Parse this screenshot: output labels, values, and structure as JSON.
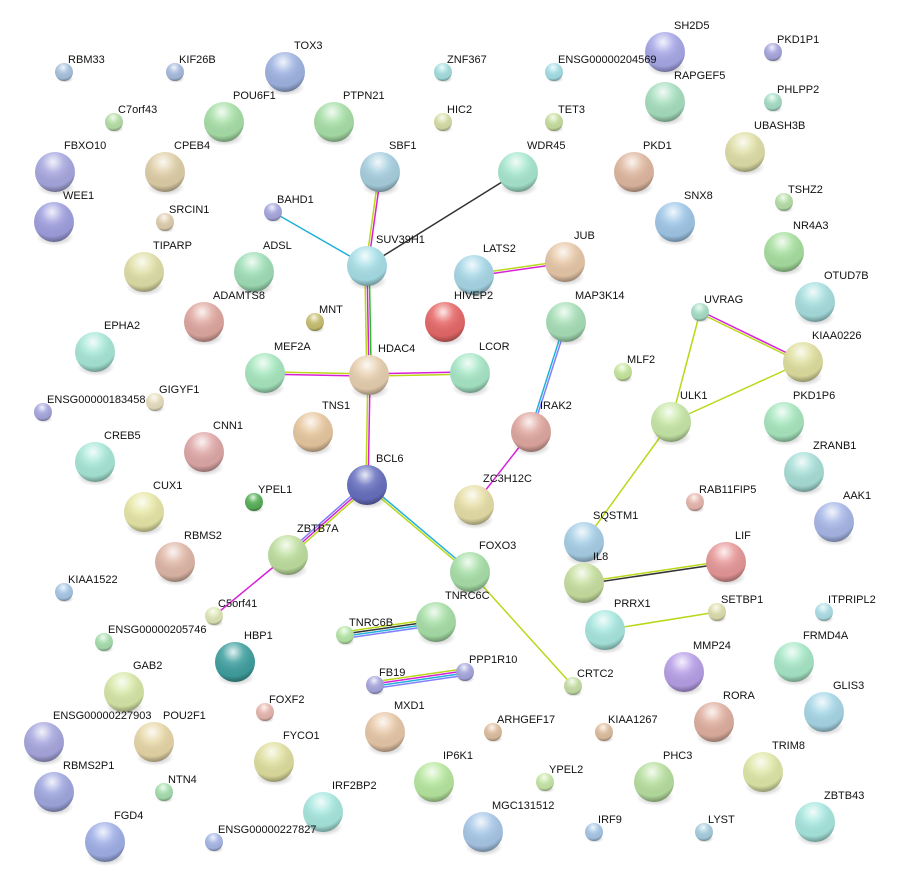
{
  "title": "Protein interaction network",
  "nodes": [
    {
      "id": "RBM33",
      "color": "#a9c4e0"
    },
    {
      "id": "KIF26B",
      "color": "#a9bce0"
    },
    {
      "id": "TOX3",
      "color": "#9fb4e2"
    },
    {
      "id": "ZNF367",
      "color": "#a6e0e0"
    },
    {
      "id": "ENSG00000204569",
      "color": "#a6e0e8"
    },
    {
      "id": "SH2D5",
      "color": "#a8a8e8"
    },
    {
      "id": "PKD1P1",
      "color": "#a8a8e0"
    },
    {
      "id": "C7orf43",
      "color": "#b8e0a8"
    },
    {
      "id": "POU6F1",
      "color": "#a8e0a8"
    },
    {
      "id": "PTPN21",
      "color": "#a8e0a8"
    },
    {
      "id": "HIC2",
      "color": "#d8e0a8"
    },
    {
      "id": "TET3",
      "color": "#c8e0a0"
    },
    {
      "id": "RAPGEF5",
      "color": "#a8e0c0"
    },
    {
      "id": "PHLPP2",
      "color": "#a8e0c8"
    },
    {
      "id": "FBXO10",
      "color": "#a8a8e0"
    },
    {
      "id": "CPEB4",
      "color": "#e0d0a8"
    },
    {
      "id": "SBF1",
      "color": "#a8d0e0"
    },
    {
      "id": "WDR45",
      "color": "#a8e8d0"
    },
    {
      "id": "PKD1",
      "color": "#e0b8a0"
    },
    {
      "id": "UBASH3B",
      "color": "#e0e0a8"
    },
    {
      "id": "WEE1",
      "color": "#a0a0e0"
    },
    {
      "id": "SRCIN1",
      "color": "#e0d0b0"
    },
    {
      "id": "BAHD1",
      "color": "#a8a8e0"
    },
    {
      "id": "SNX8",
      "color": "#a0c8e8"
    },
    {
      "id": "TSHZ2",
      "color": "#b8e0a8"
    },
    {
      "id": "TIPARP",
      "color": "#e0e0a8"
    },
    {
      "id": "ADSL",
      "color": "#a0e0b8"
    },
    {
      "id": "SUV39H1",
      "color": "#a8e0e8"
    },
    {
      "id": "LATS2",
      "color": "#a8d8e8"
    },
    {
      "id": "JUB",
      "color": "#e8c8a8"
    },
    {
      "id": "NR4A3",
      "color": "#a8e0a0"
    },
    {
      "id": "ADAMTS8",
      "color": "#e0a8a0"
    },
    {
      "id": "MNT",
      "color": "#c8c070"
    },
    {
      "id": "HIVEP2",
      "color": "#e86868"
    },
    {
      "id": "MAP3K14",
      "color": "#a8e0b8"
    },
    {
      "id": "UVRAG",
      "color": "#a8e0c8"
    },
    {
      "id": "OTUD7B",
      "color": "#a8e0e0"
    },
    {
      "id": "EPHA2",
      "color": "#a8e8d8"
    },
    {
      "id": "MEF2A",
      "color": "#a8e8c0"
    },
    {
      "id": "HDAC4",
      "color": "#e8d0b0"
    },
    {
      "id": "LCOR",
      "color": "#a8e8c8"
    },
    {
      "id": "MLF2",
      "color": "#c8e8a0"
    },
    {
      "id": "KIAA0226",
      "color": "#e0e0a0"
    },
    {
      "id": "GIGYF1",
      "color": "#e8e0c0"
    },
    {
      "id": "ENSG00000183458",
      "color": "#a8a8e0"
    },
    {
      "id": "TNS1",
      "color": "#e8c8a0"
    },
    {
      "id": "IRAK2",
      "color": "#e0a8a0"
    },
    {
      "id": "ULK1",
      "color": "#c8e8a8"
    },
    {
      "id": "PKD1P6",
      "color": "#a8e8c0"
    },
    {
      "id": "CREB5",
      "color": "#a8e8d8"
    },
    {
      "id": "CNN1",
      "color": "#e0a8a8"
    },
    {
      "id": "ZRANB1",
      "color": "#a8e0d8"
    },
    {
      "id": "BCL6",
      "color": "#6870c0"
    },
    {
      "id": "CUX1",
      "color": "#e8e8a8"
    },
    {
      "id": "YPEL1",
      "color": "#58b058"
    },
    {
      "id": "ZC3H12C",
      "color": "#e8e0a8"
    },
    {
      "id": "RAB11FIP5",
      "color": "#e8b8b0"
    },
    {
      "id": "AAK1",
      "color": "#a8b8e8"
    },
    {
      "id": "SQSTM1",
      "color": "#a8d0e8"
    },
    {
      "id": "RBMS2",
      "color": "#e0b8a8"
    },
    {
      "id": "ZBTB7A",
      "color": "#c0e0a0"
    },
    {
      "id": "LIF",
      "color": "#e89898"
    },
    {
      "id": "FOXO3",
      "color": "#a8e0a8"
    },
    {
      "id": "IL8",
      "color": "#c8e0a0"
    },
    {
      "id": "KIAA1522",
      "color": "#a8c8e8"
    },
    {
      "id": "C5orf41",
      "color": "#e0e8b8"
    },
    {
      "id": "SETBP1",
      "color": "#e0e0b0"
    },
    {
      "id": "ITPRIPL2",
      "color": "#b0e0e8"
    },
    {
      "id": "TNRC6B",
      "color": "#b8e8a8"
    },
    {
      "id": "TNRC6C",
      "color": "#a8e0a8"
    },
    {
      "id": "PRRX1",
      "color": "#a8e8e0"
    },
    {
      "id": "ENSG00000205746",
      "color": "#a8e0b0"
    },
    {
      "id": "HBP1",
      "color": "#40a0a0"
    },
    {
      "id": "FRMD4A",
      "color": "#a8e8c8"
    },
    {
      "id": "MMP24",
      "color": "#b8a0e8"
    },
    {
      "id": "GAB2",
      "color": "#d8e8a8"
    },
    {
      "id": "FB19",
      "color": "#a8a8e0"
    },
    {
      "id": "PPP1R10",
      "color": "#a8a8e0"
    },
    {
      "id": "CRTC2",
      "color": "#c8e0a8"
    },
    {
      "id": "FOXF2",
      "color": "#e8b8b0"
    },
    {
      "id": "ENSG00000227903",
      "color": "#a8a8e0"
    },
    {
      "id": "POU2F1",
      "color": "#e8d8a8"
    },
    {
      "id": "MXD1",
      "color": "#e8c8a8"
    },
    {
      "id": "ARHGEF17",
      "color": "#e0c0a0"
    },
    {
      "id": "KIAA1267",
      "color": "#e0c0a0"
    },
    {
      "id": "RORA",
      "color": "#e0b0a0"
    },
    {
      "id": "GLIS3",
      "color": "#a8d8e8"
    },
    {
      "id": "FYCO1",
      "color": "#e0e0a0"
    },
    {
      "id": "TRIM8",
      "color": "#e0e8a8"
    },
    {
      "id": "RBMS2P1",
      "color": "#a0a8e0"
    },
    {
      "id": "NTN4",
      "color": "#a8e0b0"
    },
    {
      "id": "IRF2BP2",
      "color": "#a8e8e0"
    },
    {
      "id": "IP6K1",
      "color": "#b8e8a0"
    },
    {
      "id": "YPEL2",
      "color": "#c8e8a8"
    },
    {
      "id": "PHC3",
      "color": "#b8e0a0"
    },
    {
      "id": "ZBTB43",
      "color": "#a8e8e0"
    },
    {
      "id": "FGD4",
      "color": "#a0b0e8"
    },
    {
      "id": "ENSG00000227827",
      "color": "#a8b8e8"
    },
    {
      "id": "MGC131512",
      "color": "#a8c8e8"
    },
    {
      "id": "IRF9",
      "color": "#a8c8e8"
    },
    {
      "id": "LYST",
      "color": "#a8d0e0"
    }
  ],
  "edge_colors": {
    "textmining": "#b8d818",
    "experiments": "#d820d8",
    "database": "#20b0d8",
    "coexpression": "#333333",
    "homology": "#8080ff",
    "neighborhood": "#20c020"
  },
  "edges": [
    {
      "source": "BAHD1",
      "target": "SUV39H1",
      "evidence": [
        "database"
      ]
    },
    {
      "source": "SBF1",
      "target": "SUV39H1",
      "evidence": [
        "experiments",
        "textmining"
      ]
    },
    {
      "source": "SUV39H1",
      "target": "WDR45",
      "evidence": [
        "coexpression"
      ]
    },
    {
      "source": "SUV39H1",
      "target": "HDAC4",
      "evidence": [
        "neighborhood",
        "experiments",
        "textmining"
      ]
    },
    {
      "source": "MEF2A",
      "target": "HDAC4",
      "evidence": [
        "textmining",
        "experiments"
      ]
    },
    {
      "source": "HDAC4",
      "target": "LCOR",
      "evidence": [
        "experiments",
        "textmining"
      ]
    },
    {
      "source": "HDAC4",
      "target": "BCL6",
      "evidence": [
        "experiments",
        "textmining"
      ]
    },
    {
      "source": "LATS2",
      "target": "JUB",
      "evidence": [
        "textmining",
        "experiments"
      ]
    },
    {
      "source": "MAP3K14",
      "target": "IRAK2",
      "evidence": [
        "homology",
        "database"
      ]
    },
    {
      "source": "IRAK2",
      "target": "ZC3H12C",
      "evidence": [
        "experiments"
      ]
    },
    {
      "source": "UVRAG",
      "target": "KIAA0226",
      "evidence": [
        "experiments",
        "textmining"
      ]
    },
    {
      "source": "UVRAG",
      "target": "ULK1",
      "evidence": [
        "textmining"
      ]
    },
    {
      "source": "ULK1",
      "target": "KIAA0226",
      "evidence": [
        "textmining"
      ]
    },
    {
      "source": "ULK1",
      "target": "SQSTM1",
      "evidence": [
        "textmining"
      ]
    },
    {
      "source": "BCL6",
      "target": "ZBTB7A",
      "evidence": [
        "textmining",
        "experiments",
        "homology"
      ]
    },
    {
      "source": "BCL6",
      "target": "FOXO3",
      "evidence": [
        "database",
        "textmining"
      ]
    },
    {
      "source": "ZBTB7A",
      "target": "C5orf41",
      "evidence": [
        "experiments"
      ]
    },
    {
      "source": "FOXO3",
      "target": "CRTC2",
      "evidence": [
        "textmining"
      ]
    },
    {
      "source": "IL8",
      "target": "LIF",
      "evidence": [
        "textmining",
        "coexpression"
      ]
    },
    {
      "source": "PRRX1",
      "target": "SETBP1",
      "evidence": [
        "textmining"
      ]
    },
    {
      "source": "TNRC6B",
      "target": "TNRC6C",
      "evidence": [
        "textmining",
        "coexpression",
        "database",
        "homology"
      ]
    },
    {
      "source": "FB19",
      "target": "PPP1R10",
      "evidence": [
        "textmining",
        "experiments",
        "database",
        "homology"
      ]
    }
  ]
}
